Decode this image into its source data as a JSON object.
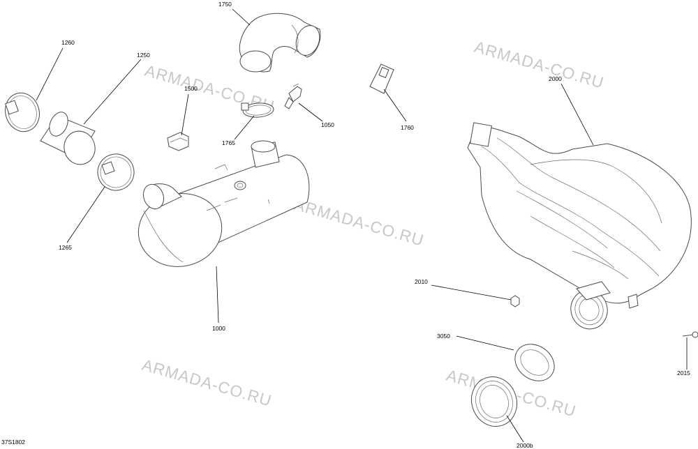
{
  "diagram_code": "37S1802",
  "watermark_text": "ARMADA-CO.RU",
  "callouts": {
    "c1750": "1750",
    "c1260": "1260",
    "c1250": "1250",
    "c1500": "1500",
    "c1765": "1765",
    "c1050": "1050",
    "c1760": "1760",
    "c2000": "2000",
    "c1265": "1265",
    "c1000": "1000",
    "c2010": "2010",
    "c3050": "3050",
    "c2015": "2015",
    "c2000b": "2000b"
  }
}
